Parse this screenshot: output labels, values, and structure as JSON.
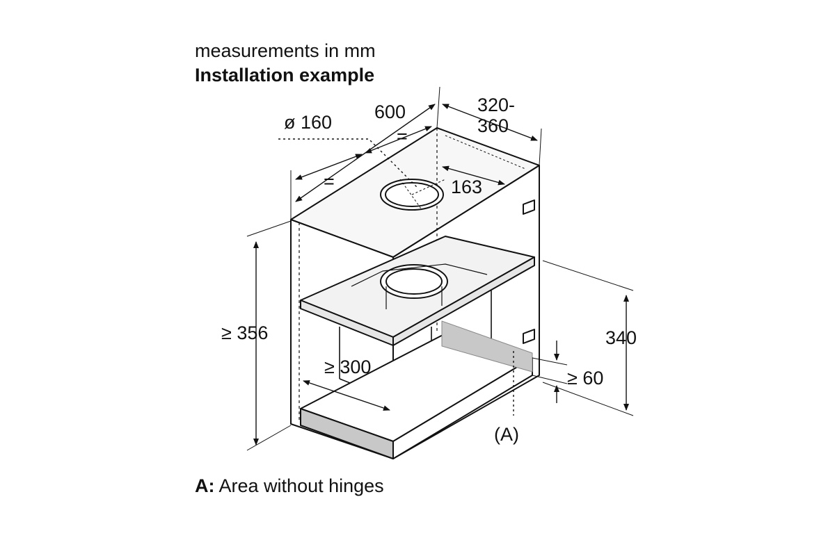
{
  "header": {
    "units_note": "measurements in mm",
    "title": "Installation example"
  },
  "dimensions": {
    "duct_diameter": "ø 160",
    "width": "600",
    "depth_line1": "320-",
    "depth_line2": "360",
    "equal_top": "=",
    "equal_side": "=",
    "duct_offset": "163",
    "height_min": "≥ 356",
    "shelf_depth_min": "≥ 300",
    "hinge_zone_height": "340",
    "bottom_clearance_min": "≥ 60",
    "area_marker": "(A)"
  },
  "legend": {
    "key": "A:",
    "text": "Area without hinges"
  },
  "colors": {
    "line": "#111111",
    "panel_fill": "#f2f2f2",
    "hatch_fill": "#c8c8c8",
    "background": "#ffffff"
  }
}
